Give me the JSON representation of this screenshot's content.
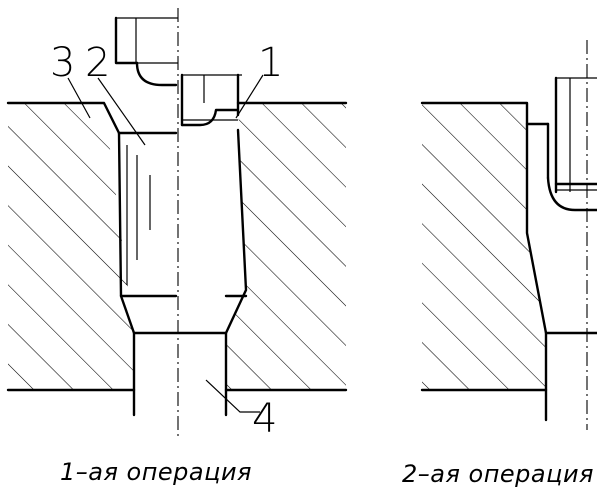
{
  "op1": {
    "caption": "1–ая операция",
    "labels": {
      "l1": "1",
      "l2": "2",
      "l3": "3",
      "l4": "4"
    }
  },
  "op2": {
    "caption": "2–ая операция"
  }
}
